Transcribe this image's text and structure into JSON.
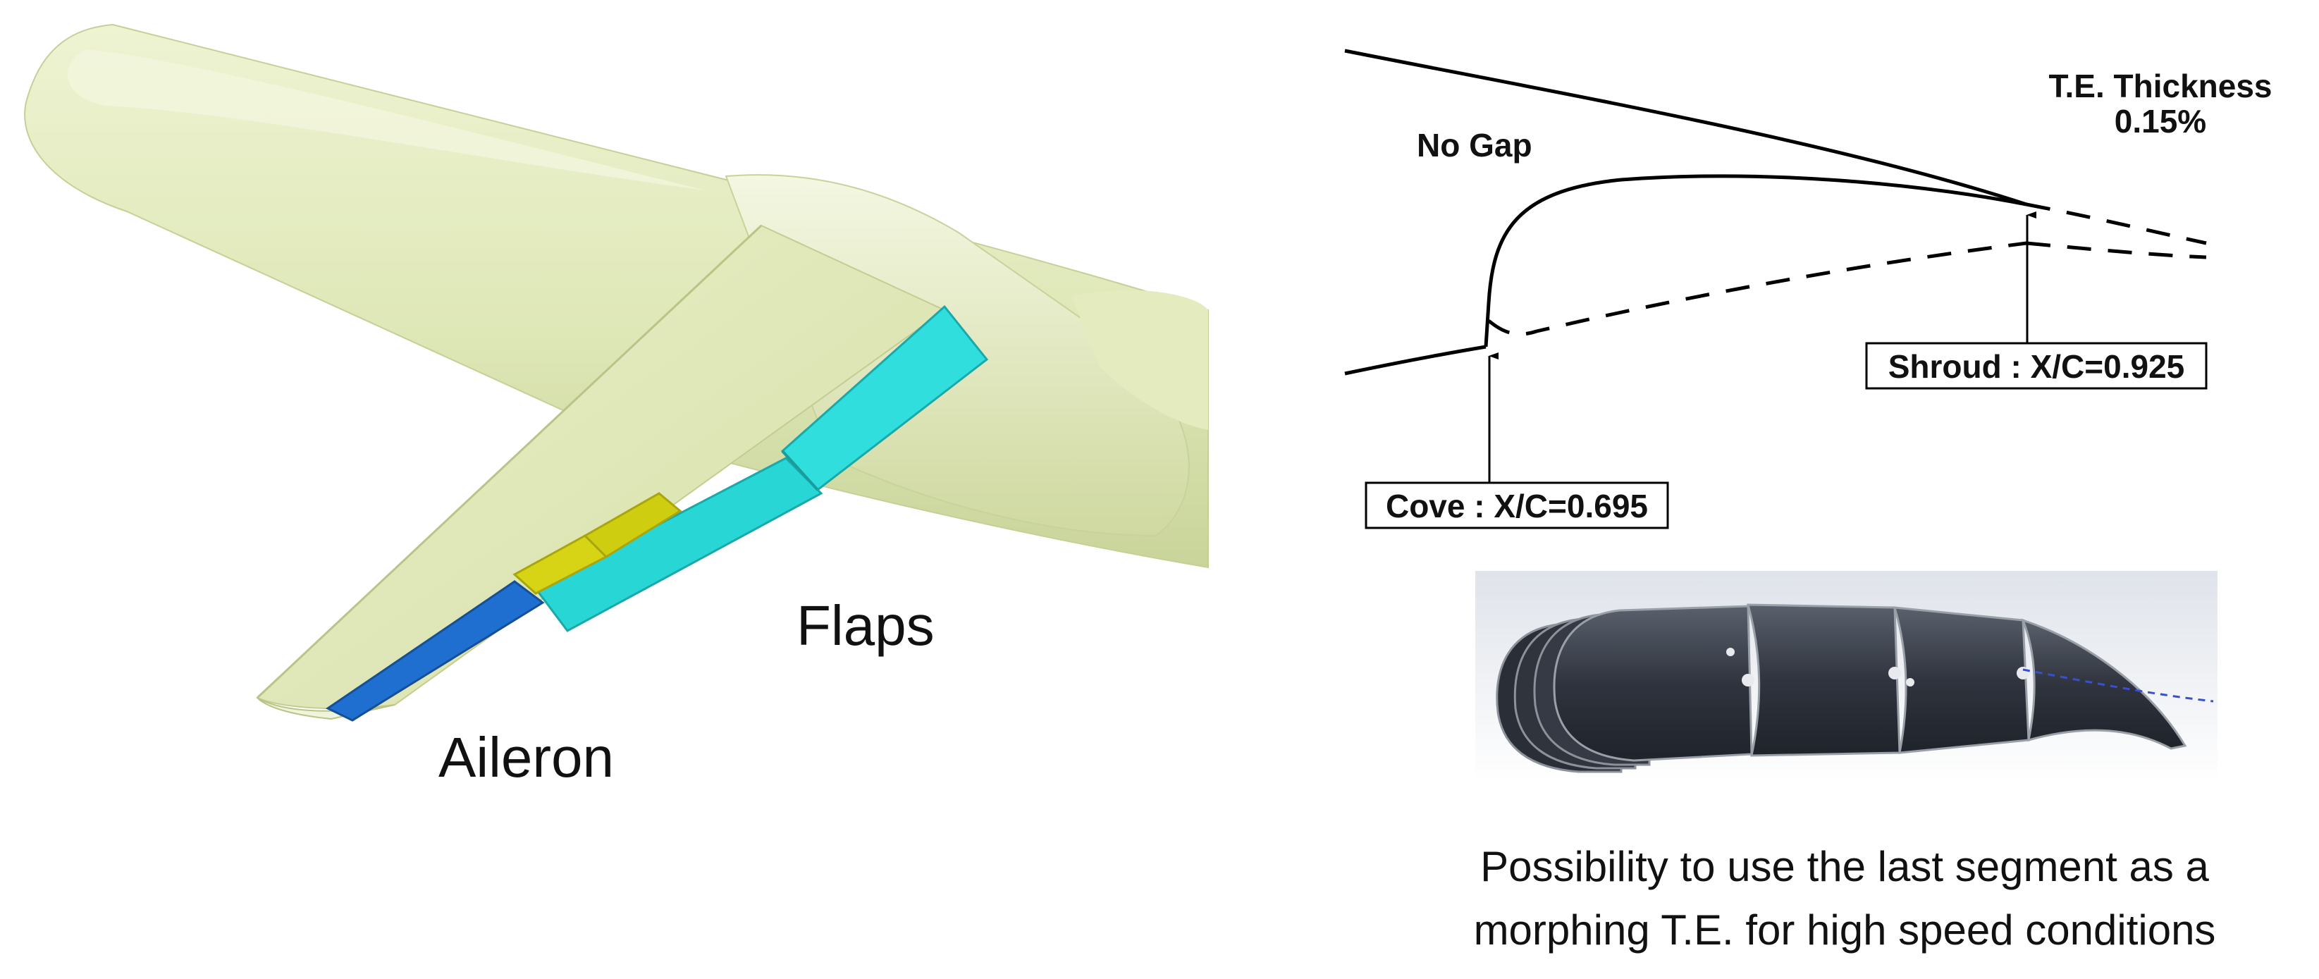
{
  "labels": {
    "flaps": "Flaps",
    "aileron": "Aileron",
    "no_gap": "No Gap",
    "te_thickness_line1": "T.E. Thickness",
    "te_thickness_line2": "0.15%",
    "shroud": "Shroud : X/C=0.925",
    "cove": "Cove : X/C=0.695",
    "caption_line1": "Possibility to use the last segment as a",
    "caption_line2": "morphing T.E. for high speed conditions"
  },
  "colors": {
    "aircraft_body": "#e6eec2",
    "flap": "#28d6d6",
    "flap_inner": "#d6d414",
    "aileron": "#1f6fd1",
    "morphing_segments": "#3a3f4b",
    "morphing_axis": "#3a4fd0"
  }
}
